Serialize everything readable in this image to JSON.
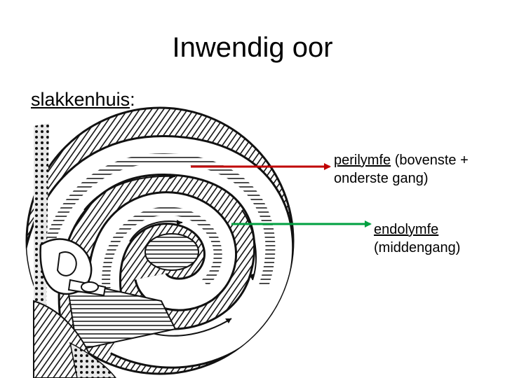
{
  "slide": {
    "title": "Inwendig oor",
    "subtitle_word": "slakkenhuis",
    "subtitle_suffix": ":"
  },
  "labels": {
    "perilymph": {
      "term": "perilymfe",
      "line1_rest": " (bovenste +",
      "line2": "onderste gang)",
      "arrow_color": "#c00000"
    },
    "endolymph": {
      "term": "endolymfe",
      "line2": "(middengang)",
      "arrow_color": "#00a040"
    }
  },
  "colors": {
    "background": "#ffffff",
    "illustration_ink": "#111111"
  }
}
